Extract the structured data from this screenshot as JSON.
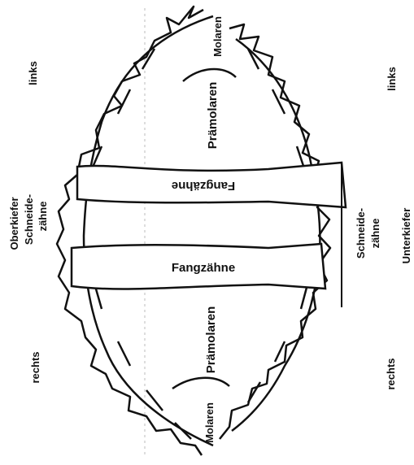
{
  "labels": {
    "links_top": "links",
    "links_bottom": "links",
    "rechts_left": "rechts",
    "rechts_right": "rechts",
    "oberkiefer": "Oberkiefer",
    "schneide_left": "Schneide-",
    "zaehne_left": "zähne",
    "unterkiefer": "Unterkiefer",
    "schneide_right": "Schneide-",
    "zaehne_right": "zähne",
    "fangzaehne_upper": "Fangzähne",
    "fangzaehne_lower": "Fangzähne",
    "praemolaren_top": "Prämolaren",
    "praemolaren_bottom": "Prämolaren",
    "molaren_top": "Molaren",
    "molaren_bottom": "Molaren"
  }
}
